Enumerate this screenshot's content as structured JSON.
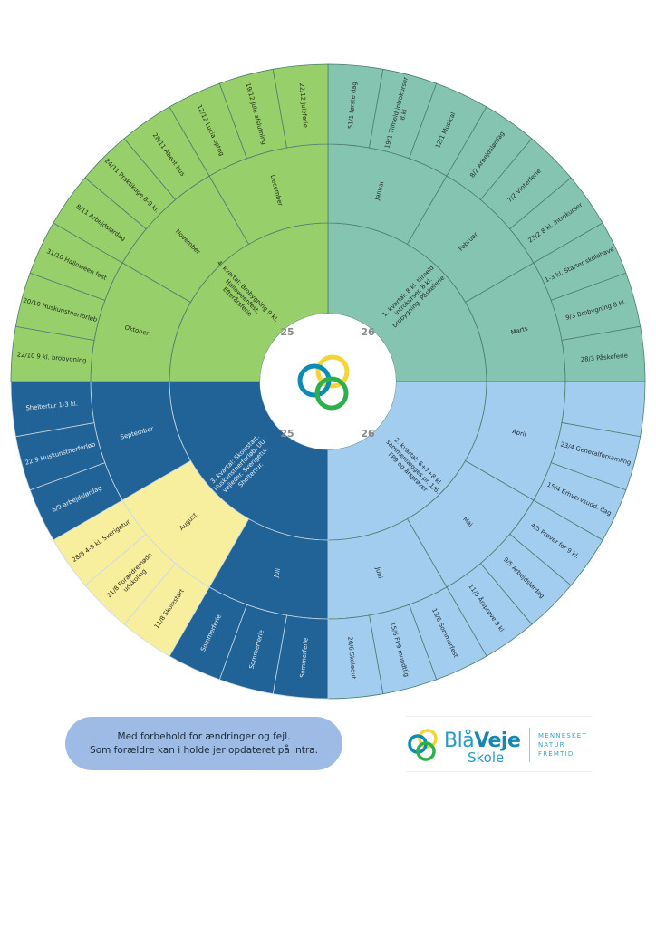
{
  "years": {
    "top_left": "25",
    "top_right": "26",
    "bottom_left": "25",
    "bottom_right": "26"
  },
  "colors": {
    "line": "#4d7d70",
    "logo_yellow": "#f5d33c",
    "logo_blue": "#0b8bb6",
    "logo_green": "#2cb04c"
  },
  "quarters": [
    {
      "label": "1. kvartal: 8 kl. tilmeld\nintrokurser. 8 kl.\nbrobygning. Påskeferie",
      "color": "#86c4b2",
      "text_color": "#1f2b28",
      "line_color": "#4d7d70",
      "months": [
        {
          "label": "Januar",
          "events": [
            "51/1 første dag",
            "19/1 Tilmeld introkurser\n8.kl",
            "12/1 Musical"
          ]
        },
        {
          "label": "Februar",
          "events": [
            "8/2 Arbejdslørdag",
            "7/2 Vinterferie",
            "23/2 8 kl. introkurser"
          ]
        },
        {
          "label": "Marts",
          "events": [
            "1-3 kl. Starter skolehave",
            "9/3 Brobygning 8 kl.",
            "28/3 Påskeferie"
          ]
        }
      ]
    },
    {
      "label": "2. kvartal: 6+7+8 kl.\nsammenlægges pr. 1/6.\nFP9 og årsprøver",
      "color": "#a3cdee",
      "text_color": "#1f2a36",
      "line_color": "#4d7d70",
      "months": [
        {
          "label": "April",
          "events": [
            "",
            "23/4 Generalforsamling",
            "15/4 Erhvervsudd. dag"
          ]
        },
        {
          "label": "Maj",
          "events": [
            "4/5 Prøver for 9 kl.",
            "9/5 Arbejdslørdag",
            "11/5 Årsprøve 8 kl."
          ]
        },
        {
          "label": "Juni",
          "events": [
            "13/6 Sommerfest",
            "15/6 FP9 mundtlig",
            "26/6 Skoledut"
          ]
        }
      ]
    },
    {
      "label": "3. kvartal: Skolestart.\nHuskunstnerforløb. UU-\nvejleder. Sverigetur.\nSheltertur.",
      "color": "#216397",
      "text_color": "#e8f0f8",
      "line_color": "#c9d9e6",
      "months": [
        {
          "label": "Juli",
          "events": [
            "Sommerferie",
            "Sommerferie",
            "Sommerferie"
          ]
        },
        {
          "label": "August",
          "color": "#f8ef9e",
          "text_color": "#2b2a1a",
          "events": [
            "11/8 Skolestart",
            "21/8 Forældremøde\nudskoling",
            "28/8 4-9 kl. Sverigetur"
          ]
        },
        {
          "label": "September",
          "events": [
            "6/9 arbejdslørdag",
            "22/9 Huskunstnerforløb",
            "Sheltertur 1-3 kl."
          ]
        }
      ]
    },
    {
      "label": "4. kvartal: Brobygning 9 kl.\nHalloweenfest.\nEfterårsferie",
      "color": "#97cf6a",
      "text_color": "#1e2a15",
      "line_color": "#4d7d70",
      "months": [
        {
          "label": "Oktober",
          "events": [
            "22/10 9 kl. brobygning",
            "20/10 Huskunstnerforløb",
            "31/10 Halloween fest"
          ]
        },
        {
          "label": "November",
          "events": [
            "8/11 Arbejdslørdag",
            "24/11 Praktikuge 8-9 kl.",
            "28/11 Åbent hus"
          ]
        },
        {
          "label": "December",
          "events": [
            "12/12 Lucia optog",
            "19/12 Jule afslutning",
            "22/12 Juleferie"
          ]
        }
      ]
    }
  ],
  "note": {
    "line1": "Med forbehold for ændringer og fejl.",
    "line2": "Som forældre kan i holde jer opdateret på intra."
  },
  "logo": {
    "name_light": "Blå",
    "name_bold": "Veje",
    "school": "Skole",
    "tagline": [
      "MENNESKET",
      "NATUR",
      "FREMTID"
    ]
  }
}
